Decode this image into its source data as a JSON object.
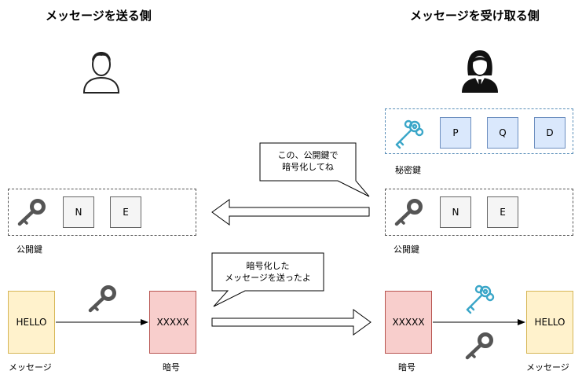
{
  "sender": {
    "title": "メッセージを送る側",
    "public_key_label": "公開鍵",
    "key_parts": [
      "N",
      "E"
    ],
    "plaintext": "HELLO",
    "plaintext_label": "メッセージ",
    "ciphertext": "XXXXX",
    "ciphertext_label": "暗号"
  },
  "receiver": {
    "title": "メッセージを受け取る側",
    "private_key_label": "秘密鍵",
    "private_key_parts": [
      "P",
      "Q",
      "D"
    ],
    "public_key_label": "公開鍵",
    "key_parts": [
      "N",
      "E"
    ],
    "ciphertext": "XXXXX",
    "ciphertext_label": "暗号",
    "plaintext": "HELLO",
    "plaintext_label": "メッセージ"
  },
  "callouts": {
    "request": [
      "この、公開鍵で",
      "暗号化してね"
    ],
    "sent": [
      "暗号化した",
      "メッセージを送ったよ"
    ]
  },
  "icons": {
    "sender_user": "user-icon",
    "receiver_user": "user-female-icon",
    "public_key": "key-icon",
    "private_key": "ornate-key-icon",
    "public_key_color": "#555555",
    "private_key_color": "#3aa6c8"
  }
}
